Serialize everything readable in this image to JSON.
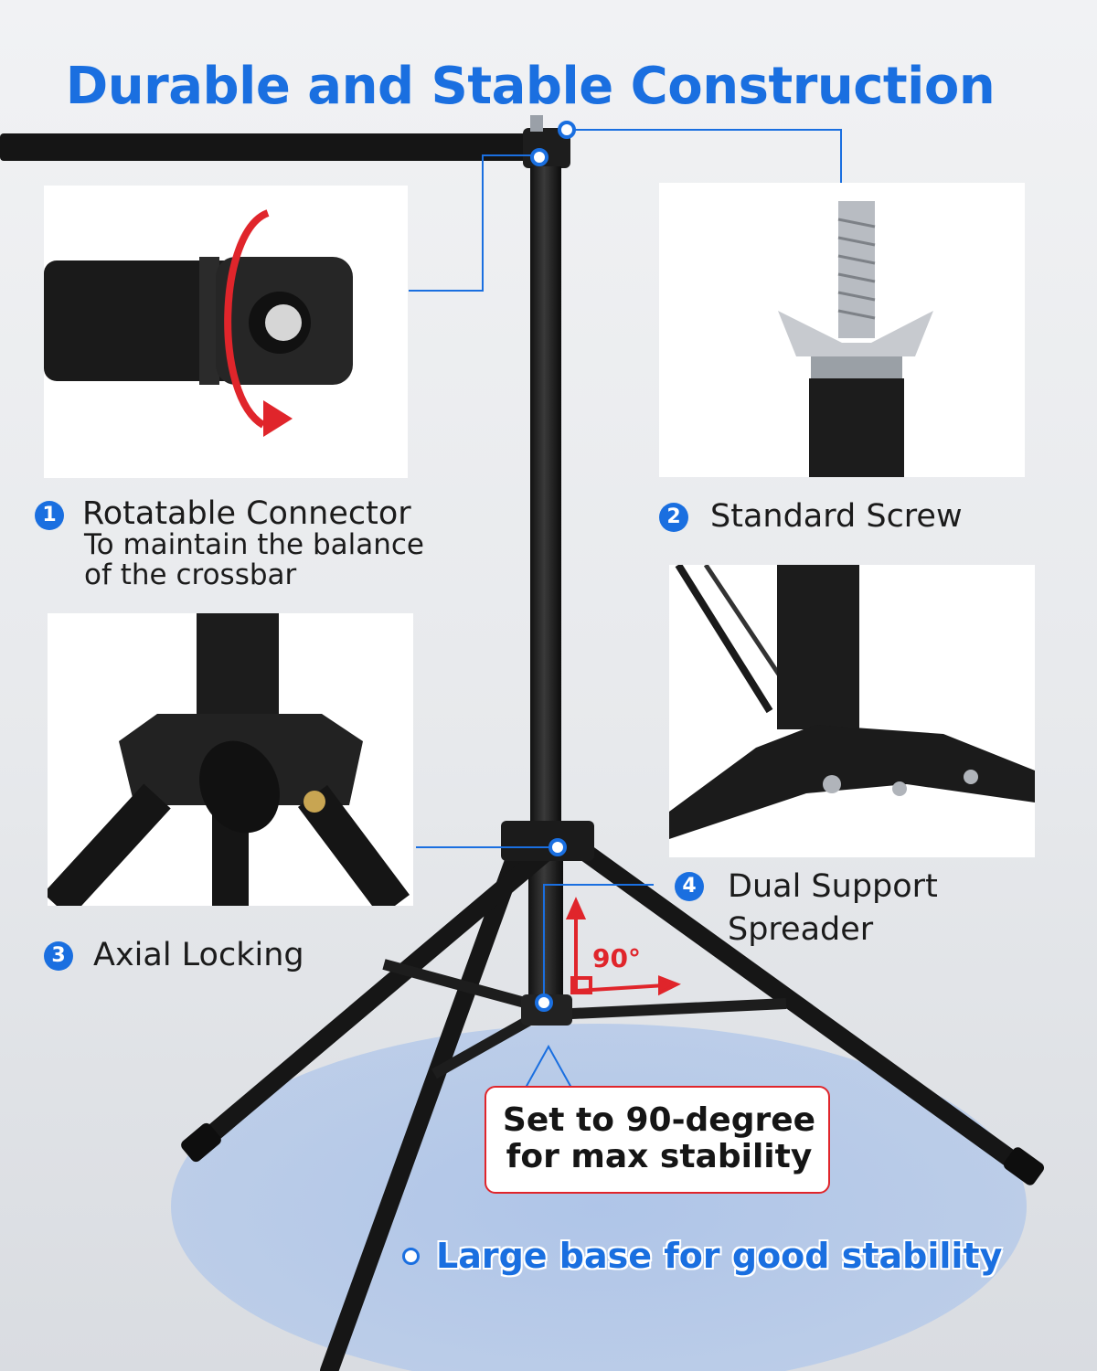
{
  "page": {
    "title": "Durable and Stable Construction",
    "accent_color": "#1a6fe0",
    "alert_color": "#e0252b"
  },
  "features": [
    {
      "number": "1",
      "title": "Rotatable Connector",
      "subtitle_line1": "To maintain the balance",
      "subtitle_line2": "of the crossbar"
    },
    {
      "number": "2",
      "title": "Standard Screw"
    },
    {
      "number": "3",
      "title": "Axial Locking"
    },
    {
      "number": "4",
      "title_line1": "Dual Support",
      "title_line2": "Spreader"
    }
  ],
  "angle_label": "90°",
  "callout": {
    "text": "Set to 90-degree\nfor max stability"
  },
  "base_note": "Large base for good stability",
  "icons": [
    "rotate-arrow-icon",
    "angle-arrow-icon",
    "marker-dot-icon"
  ]
}
